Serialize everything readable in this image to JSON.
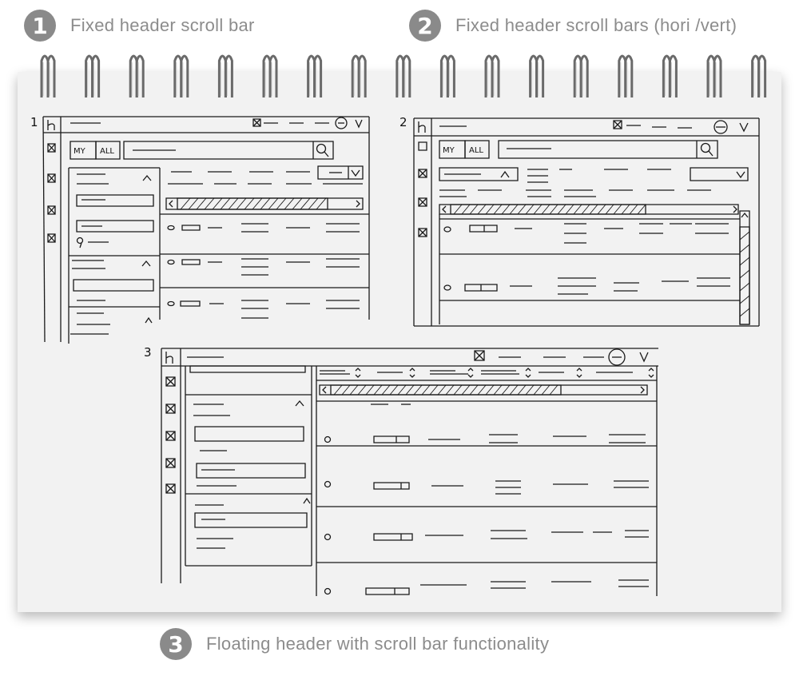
{
  "captions": [
    {
      "number": "1",
      "text": "Fixed header scroll bar"
    },
    {
      "number": "2",
      "text": "Fixed header scroll bars (hori /vert)"
    },
    {
      "number": "3",
      "text": "Floating header with scroll bar functionality"
    }
  ],
  "sketches": [
    {
      "label": "1",
      "scope_buttons": [
        "MY",
        "ALL"
      ]
    },
    {
      "label": "2",
      "scope_buttons": [
        "MY",
        "ALL"
      ]
    },
    {
      "label": "3"
    }
  ],
  "colors": {
    "caption_badge": "#8a8a8a",
    "caption_text": "#8c8c8c",
    "ink": "#1a1a1a",
    "paper": "#f2f2f2"
  }
}
